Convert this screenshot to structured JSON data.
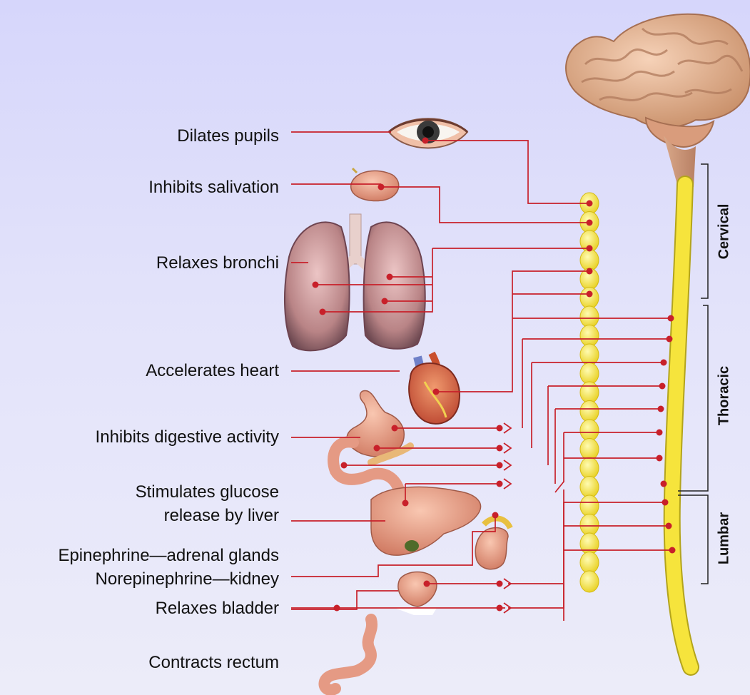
{
  "effects": {
    "dilates_pupils": "Dilates pupils",
    "inhibits_salivation": "Inhibits salivation",
    "relaxes_bronchi": "Relaxes bronchi",
    "accelerates_heart": "Accelerates heart",
    "inhibits_digestive": "Inhibits digestive activity",
    "glucose_line1": "Stimulates glucose",
    "glucose_line2": "release by liver",
    "epinephrine": "Epinephrine—adrenal glands",
    "norepinephrine": "Norepinephrine—kidney",
    "relaxes_bladder": "Relaxes bladder",
    "contracts_rectum": "Contracts rectum"
  },
  "spinal_regions": {
    "cervical": "Cervical",
    "thoracic": "Thoracic",
    "lumbar": "Lumbar"
  },
  "colors": {
    "nerve": "#c8202a",
    "spinal_cord": "#f6e43c",
    "ganglion": "#f5e33a",
    "background": "#dcdcf9"
  }
}
